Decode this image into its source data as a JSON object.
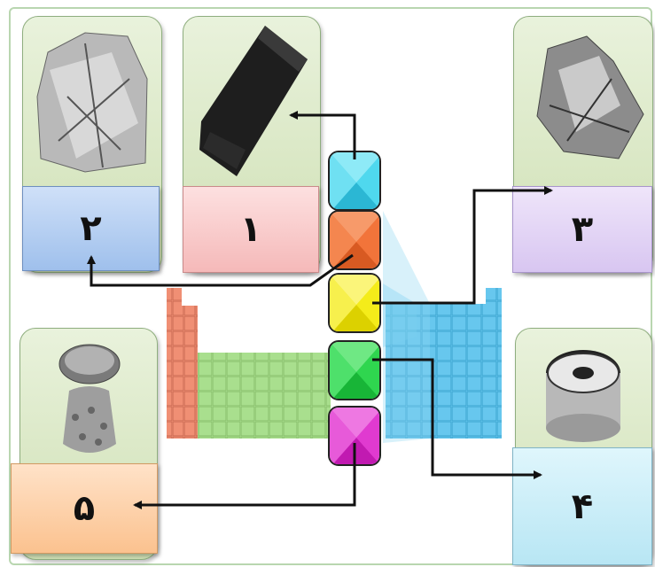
{
  "labels": {
    "one": "۱",
    "two": "۲",
    "three": "۳",
    "four": "۴",
    "five": "۵"
  },
  "icons": {
    "card_1": "graphite-lump-icon",
    "card_2": "foil-metal-sample-icon",
    "card_3": "metalloid-rock-icon",
    "card_4": "solder-wire-spool-icon",
    "card_5": "metal-pellets-icon"
  },
  "colors": {
    "tile_cyan": "#4fd8ee",
    "tile_orange": "#f2743a",
    "tile_yellow": "#f4ec1a",
    "tile_green": "#2fd64f",
    "tile_magenta": "#e03ad0",
    "table_salmon": "#f08f74",
    "table_green": "#a9df8e",
    "table_blue": "#67c7ee"
  }
}
